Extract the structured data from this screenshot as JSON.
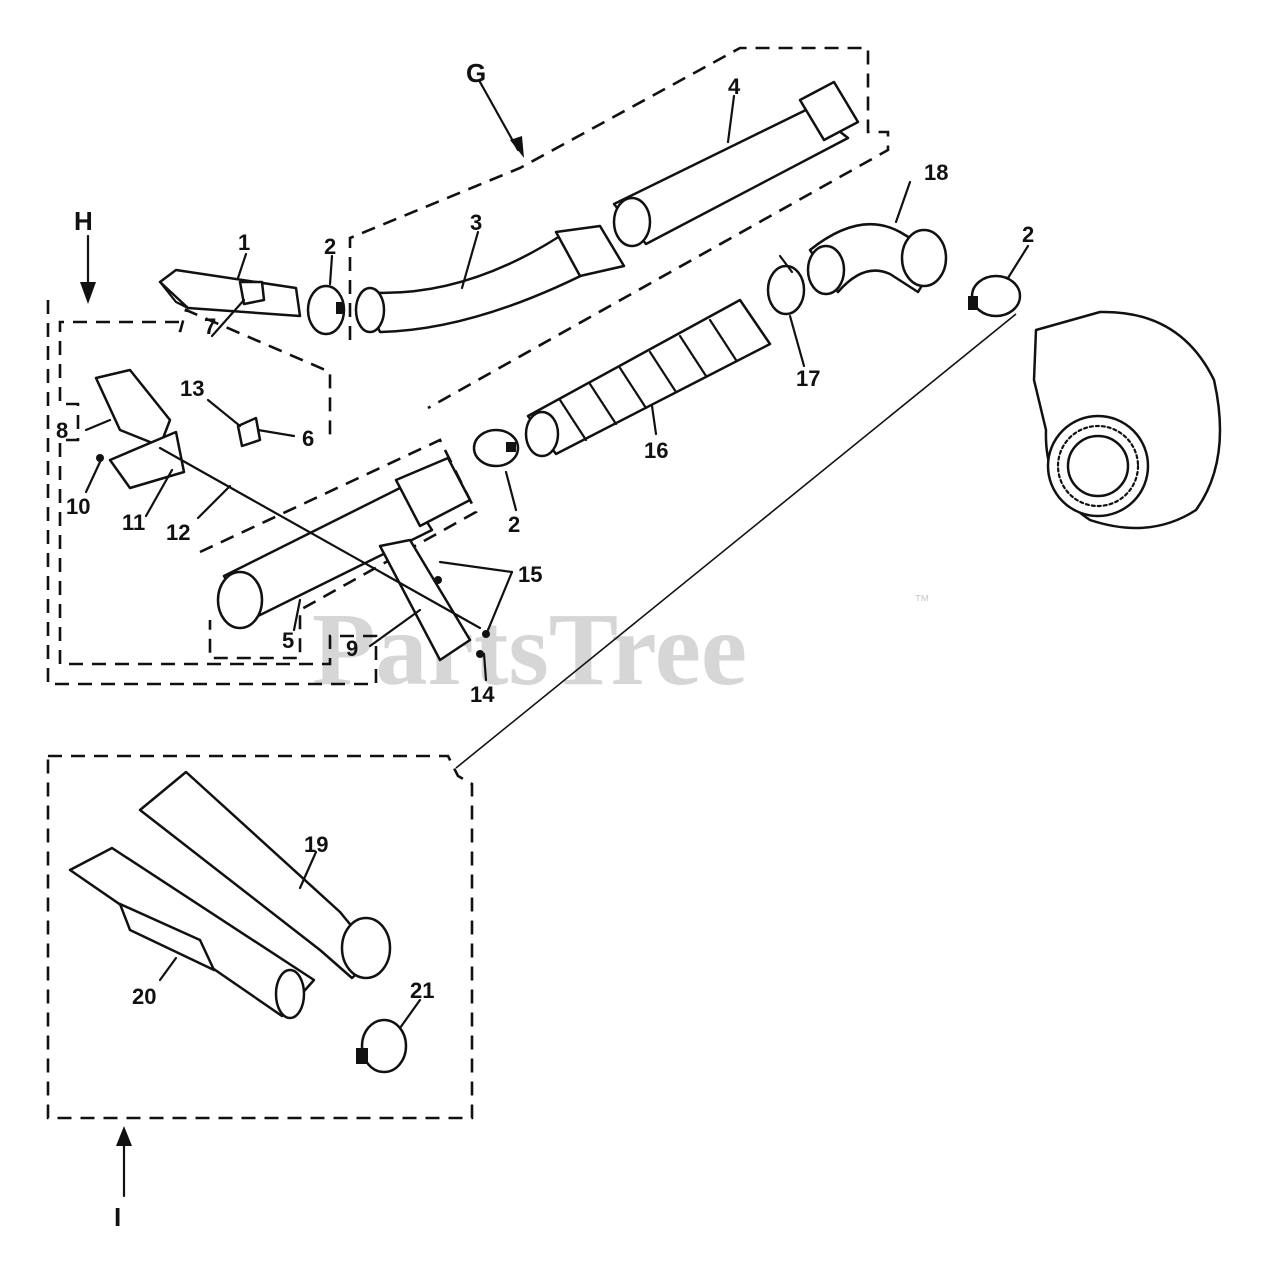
{
  "brand": {
    "watermark": "PartsTree",
    "trademark": "™",
    "watermark_color": "#d6d6d6"
  },
  "groups": [
    {
      "id": "G",
      "label": "G"
    },
    {
      "id": "H",
      "label": "H"
    },
    {
      "id": "I",
      "label": "I"
    }
  ],
  "callouts": [
    {
      "id": "c1",
      "label": "1"
    },
    {
      "id": "c2a",
      "label": "2"
    },
    {
      "id": "c2b",
      "label": "2"
    },
    {
      "id": "c2c",
      "label": "2"
    },
    {
      "id": "c3",
      "label": "3"
    },
    {
      "id": "c4",
      "label": "4"
    },
    {
      "id": "c5",
      "label": "5"
    },
    {
      "id": "c6",
      "label": "6"
    },
    {
      "id": "c7",
      "label": "7"
    },
    {
      "id": "c8",
      "label": "8"
    },
    {
      "id": "c9",
      "label": "9"
    },
    {
      "id": "c10",
      "label": "10"
    },
    {
      "id": "c11",
      "label": "11"
    },
    {
      "id": "c12",
      "label": "12"
    },
    {
      "id": "c13",
      "label": "13"
    },
    {
      "id": "c14",
      "label": "14"
    },
    {
      "id": "c15",
      "label": "15"
    },
    {
      "id": "c16",
      "label": "16"
    },
    {
      "id": "c17",
      "label": "17"
    },
    {
      "id": "c18",
      "label": "18"
    },
    {
      "id": "c19",
      "label": "19"
    },
    {
      "id": "c20",
      "label": "20"
    },
    {
      "id": "c21",
      "label": "21"
    }
  ]
}
